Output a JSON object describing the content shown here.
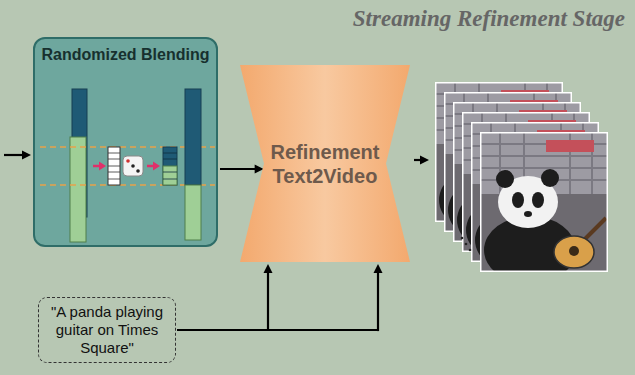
{
  "diagram": {
    "title": "Streaming Refinement Stage",
    "nodes": [
      {
        "text": [
          "Randomized Blending"
        ]
      },
      {
        "text": [
          "Refinement Text2Video"
        ]
      },
      {
        "text": [
          "\"A panda playing guitar on Times Square\""
        ]
      }
    ],
    "edges": [
      {
        "from": 0,
        "to": 1,
        "arrow": "to"
      },
      {
        "from": 2,
        "to": 1,
        "arrow": "to"
      }
    ]
  }
}
